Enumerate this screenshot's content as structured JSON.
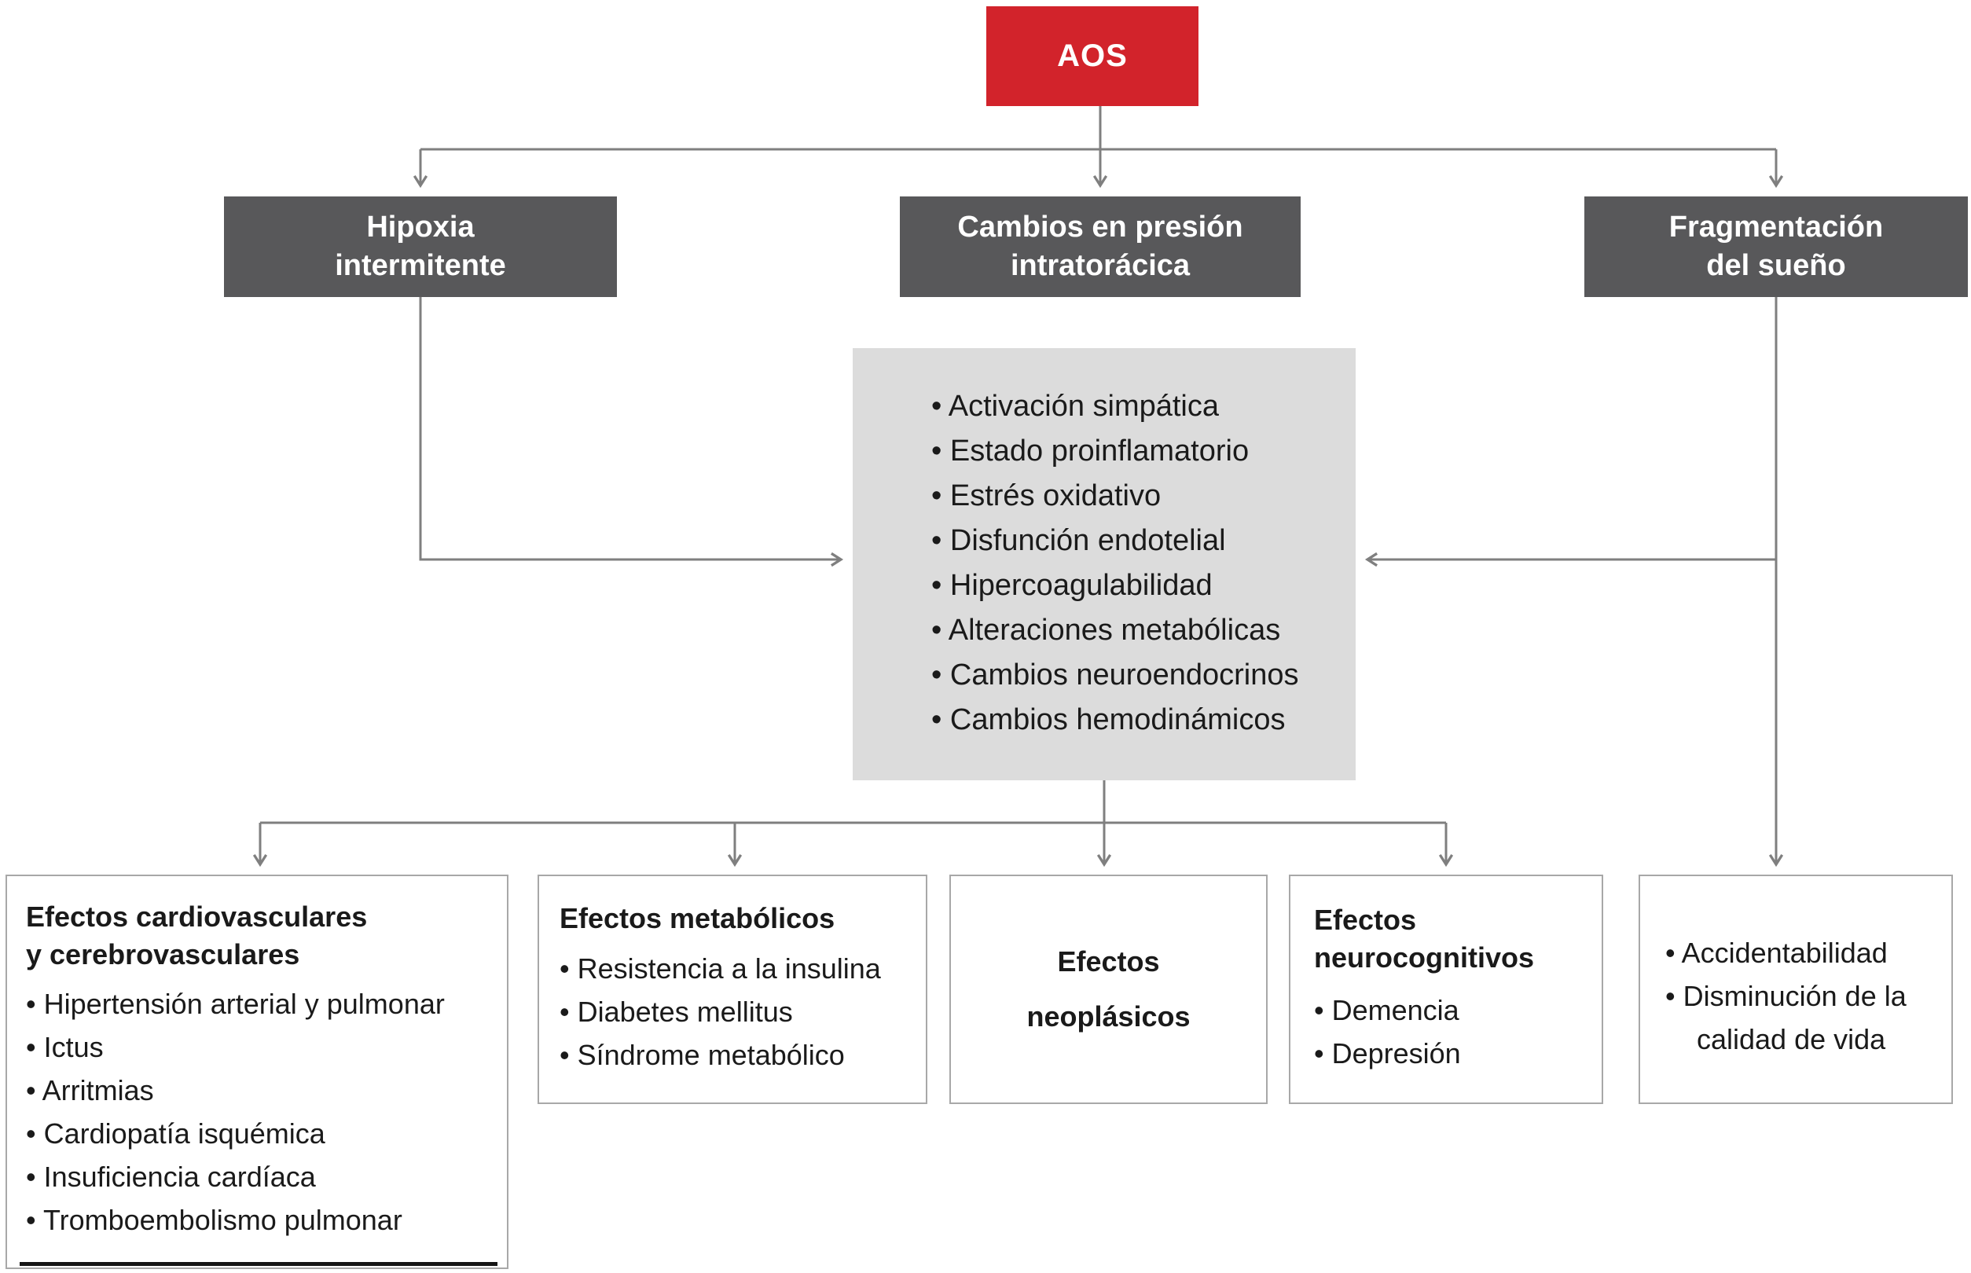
{
  "colors": {
    "accent_red": "#d2232b",
    "dark_gray_box": "#58585a",
    "light_gray_panel": "#dcdcdc",
    "connector_gray": "#7f7f7f",
    "text_black": "#1a1a1a",
    "box_border_gray": "#a8a8a8"
  },
  "root": {
    "label": "AOS"
  },
  "causes": [
    {
      "label": "Hipoxia\nintermitente"
    },
    {
      "label": "Cambios en presión\nintratorácica"
    },
    {
      "label": "Fragmentación\ndel sueño"
    }
  ],
  "mechanisms": {
    "items": [
      "Activación simpática",
      "Estado proinflamatorio",
      "Estrés oxidativo",
      "Disfunción endotelial",
      "Hipercoagulabilidad",
      "Alteraciones metabólicas",
      "Cambios neuroendocrinos",
      "Cambios hemodinámicos"
    ]
  },
  "effects": [
    {
      "title": "Efectos cardiovasculares\ny cerebrovasculares",
      "items": [
        "Hipertensión arterial y pulmonar",
        "Ictus",
        "Arritmias",
        "Cardiopatía isquémica",
        "Insuficiencia cardíaca",
        "Tromboembolismo pulmonar"
      ]
    },
    {
      "title": "Efectos metabólicos",
      "items": [
        "Resistencia a la insulina",
        "Diabetes mellitus",
        "Síndrome metabólico"
      ]
    },
    {
      "title": "Efectos\nneoplásicos",
      "items": []
    },
    {
      "title": "Efectos\nneurocognitivos",
      "items": [
        "Demencia",
        "Depresión"
      ]
    },
    {
      "title": "",
      "items": [
        "Accidentabilidad",
        "Disminución de la calidad de vida"
      ]
    }
  ]
}
